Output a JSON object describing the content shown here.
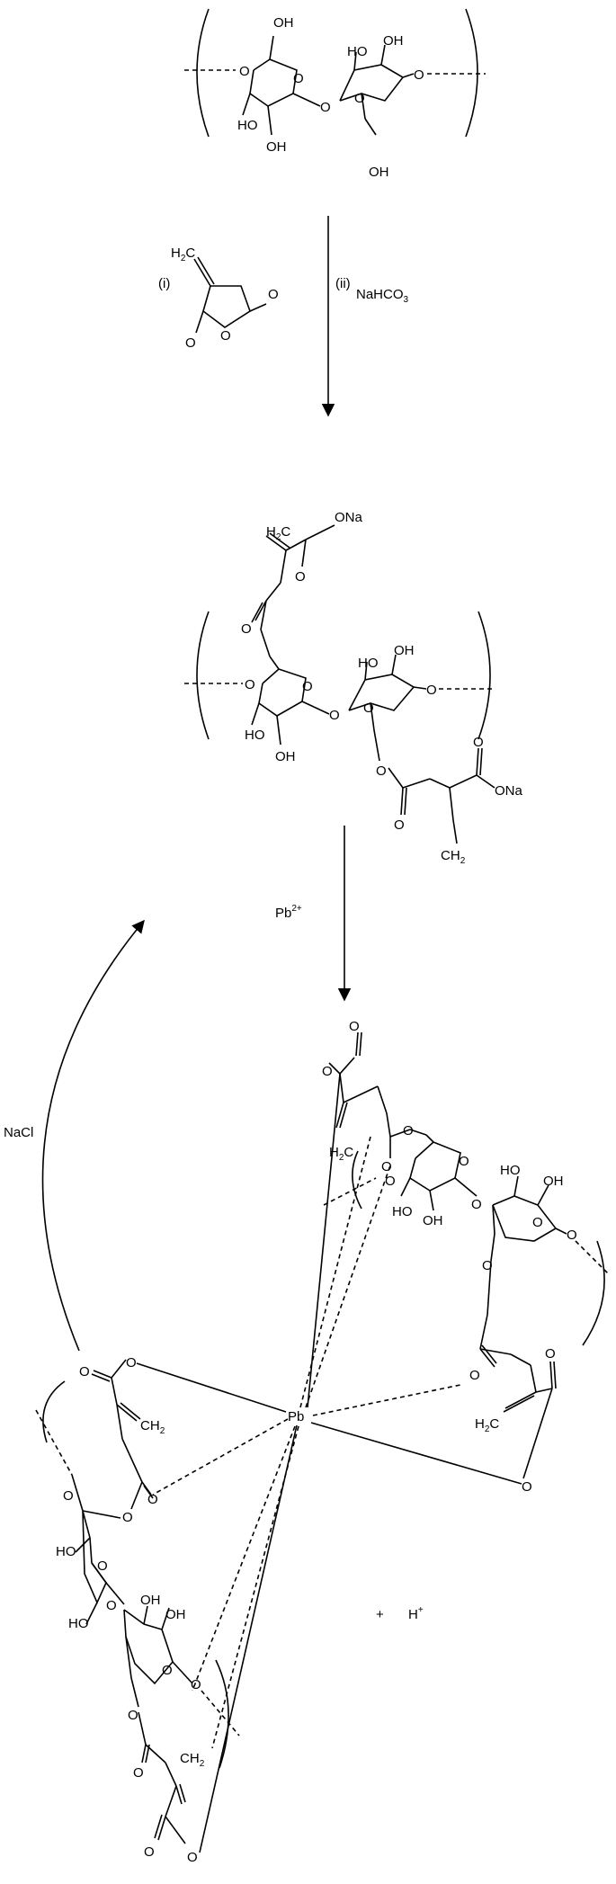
{
  "reagents": {
    "step1_label": "(i)",
    "step2_label": "(ii)",
    "step2_reagent": "NaHCO",
    "step2_sub": "3",
    "pb_ion": "Pb",
    "pb_charge": "2+",
    "regen": "NaCl",
    "plus": "+",
    "proton": "H",
    "proton_charge": "+"
  },
  "atoms": {
    "oh": "OH",
    "ho": "HO",
    "o": "O",
    "ona": "ONa",
    "ch2_h": "H",
    "ch2_c": "C",
    "ch2_sub": "2",
    "pb": "Pb"
  },
  "colors": {
    "ink": "#000000",
    "background": "#ffffff"
  }
}
